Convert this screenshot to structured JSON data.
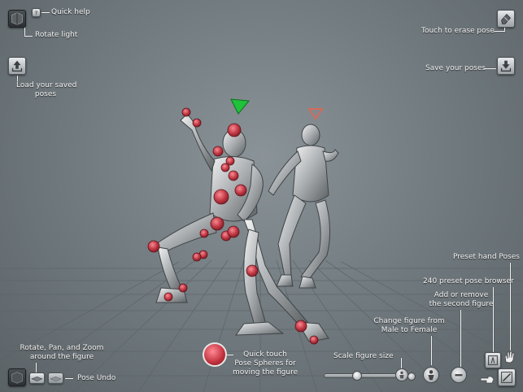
{
  "labels": {
    "quick_help": "Quick help",
    "rotate_light": "Rotate light",
    "load_saved_1": "Load your saved",
    "load_saved_2": "poses",
    "touch_erase": "Touch to erase pose",
    "save_poses": "Save your poses",
    "preset_hand": "Preset hand Poses",
    "pose_browser": "240 preset pose browser",
    "add_remove_1": "Add or remove",
    "add_remove_2": "the second figure",
    "change_fig_1": "Change figure from",
    "change_fig_2": "Male to Female",
    "scale_size": "Scale figure size",
    "quick_touch_1": "Quick touch",
    "quick_touch_2": "Pose Spheres for",
    "quick_touch_3": "moving the figure",
    "rotate_pan_1": "Rotate, Pan, and Zoom",
    "rotate_pan_2": "around the figure",
    "pose_undo": "Pose Undo"
  },
  "icons": {
    "rotate_light": "light-cube-icon",
    "quick_help": "question-mark-icon",
    "load": "upload-arrow-icon",
    "erase": "eraser-icon",
    "save": "download-arrow-icon",
    "undo": "undo-icon",
    "camera": "camera-cube-icon",
    "hand": "hand-icon",
    "browser": "pose-browser-icon"
  },
  "colors": {
    "pose_sphere": "#c0303c",
    "active_marker": "#1fc23a",
    "inactive_marker": "#d46a5a",
    "label_text": "#f4f4f4"
  },
  "scale_slider": {
    "value": 0.45
  }
}
